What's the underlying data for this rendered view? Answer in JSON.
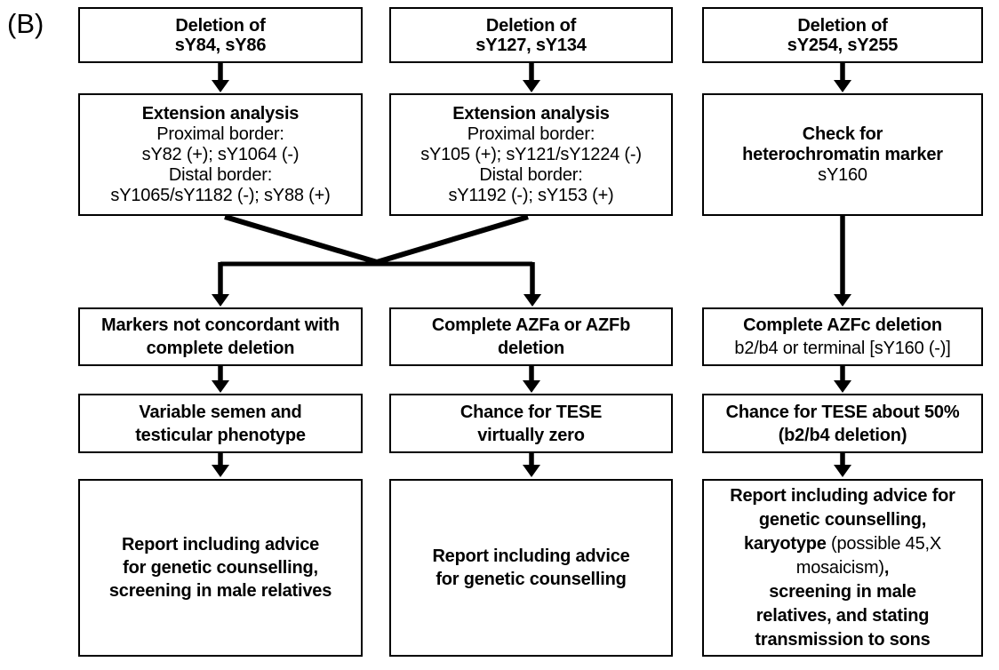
{
  "figure_label": "(B)",
  "columns": [
    {
      "id": "azfa",
      "boxes": {
        "start": {
          "lines": [
            {
              "text": "Deletion of",
              "bold": true
            },
            {
              "text": "sY84, sY86",
              "bold": true
            }
          ]
        },
        "analysis": {
          "lines": [
            {
              "text": "Extension analysis",
              "bold": true
            },
            {
              "text": "Proximal border:",
              "bold": false
            },
            {
              "text": "sY82 (+); sY1064 (-)",
              "bold": false
            },
            {
              "text": "Distal border:",
              "bold": false
            },
            {
              "text": "sY1065/sY1182 (-); sY88 (+)",
              "bold": false
            }
          ]
        },
        "outcome": {
          "lines": [
            {
              "text": "Markers not concordant with",
              "bold": true
            },
            {
              "text": "complete deletion",
              "bold": true
            }
          ]
        },
        "prognosis": {
          "lines": [
            {
              "text": "Variable semen and",
              "bold": true
            },
            {
              "text": "testicular phenotype",
              "bold": true
            }
          ]
        },
        "report": {
          "lines": [
            {
              "text": "Report including advice",
              "bold": true
            },
            {
              "text": "for genetic counselling,",
              "bold": true
            },
            {
              "text": "screening in male relatives",
              "bold": true
            }
          ]
        }
      }
    },
    {
      "id": "azfb",
      "boxes": {
        "start": {
          "lines": [
            {
              "text": "Deletion of",
              "bold": true
            },
            {
              "text": "sY127, sY134",
              "bold": true
            }
          ]
        },
        "analysis": {
          "lines": [
            {
              "text": "Extension analysis",
              "bold": true
            },
            {
              "text": "Proximal border:",
              "bold": false
            },
            {
              "text": "sY105 (+); sY121/sY1224 (-)",
              "bold": false
            },
            {
              "text": "Distal border:",
              "bold": false
            },
            {
              "text": "sY1192 (-); sY153 (+)",
              "bold": false
            }
          ]
        },
        "outcome": {
          "lines": [
            {
              "text": "Complete AZFa or AZFb",
              "bold": true
            },
            {
              "text": "deletion",
              "bold": true
            }
          ]
        },
        "prognosis": {
          "lines": [
            {
              "text": "Chance for TESE",
              "bold": true
            },
            {
              "text": "virtually zero",
              "bold": true
            }
          ]
        },
        "report": {
          "lines": [
            {
              "text": "Report including advice",
              "bold": true
            },
            {
              "text": "for genetic counselling",
              "bold": true
            }
          ]
        }
      }
    },
    {
      "id": "azfc",
      "boxes": {
        "start": {
          "lines": [
            {
              "text": "Deletion of",
              "bold": true
            },
            {
              "text": "sY254, sY255",
              "bold": true
            }
          ]
        },
        "analysis": {
          "lines": [
            {
              "text": "Check for",
              "bold": true
            },
            {
              "text": "heterochromatin marker",
              "bold": true
            },
            {
              "text": "sY160",
              "bold": false
            }
          ]
        },
        "outcome": {
          "lines": [
            {
              "text": "Complete AZFc deletion",
              "bold": true
            },
            {
              "text": "b2/b4 or terminal [sY160 (-)]",
              "bold": false
            }
          ]
        },
        "prognosis": {
          "lines": [
            {
              "text": "Chance for TESE about 50%",
              "bold": true
            },
            {
              "text": "(b2/b4 deletion)",
              "bold": true
            }
          ]
        },
        "report": {
          "lines": [
            {
              "text": "Report including advice for",
              "bold": true
            },
            {
              "text": "genetic counselling,",
              "bold": true
            },
            {
              "parts": [
                {
                  "t": "karyotype ",
                  "b": true
                },
                {
                  "t": "(possible 45,X",
                  "b": false
                }
              ]
            },
            {
              "parts": [
                {
                  "t": "mosaicism)",
                  "b": false
                },
                {
                  "t": ",",
                  "b": true
                }
              ]
            },
            {
              "text": "screening in male",
              "bold": true
            },
            {
              "text": "relatives, and stating",
              "bold": true
            },
            {
              "text": "transmission to sons",
              "bold": true
            }
          ]
        }
      }
    }
  ],
  "style": {
    "line_color": "#000000",
    "box_background": "#ffffff"
  }
}
